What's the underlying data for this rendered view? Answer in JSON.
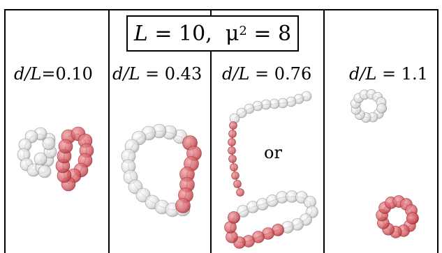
{
  "title": {
    "L_sym": "L",
    "L_val": "= 10,",
    "mu_sym": "μ",
    "mu_exp": "2",
    "mu_val": "= 8"
  },
  "panels": [
    {
      "ratio_sym": "d/L",
      "ratio_val": "=0.10"
    },
    {
      "ratio_sym": "d/L",
      "ratio_val": "= 0.43"
    },
    {
      "ratio_sym": "d/L",
      "ratio_val": "= 0.76"
    },
    {
      "ratio_sym": "d/L",
      "ratio_val": "= 1.1"
    }
  ],
  "or_text": "or",
  "colors": {
    "grey_bead": "#d8d8d8",
    "red_bead": "#d9585f"
  }
}
